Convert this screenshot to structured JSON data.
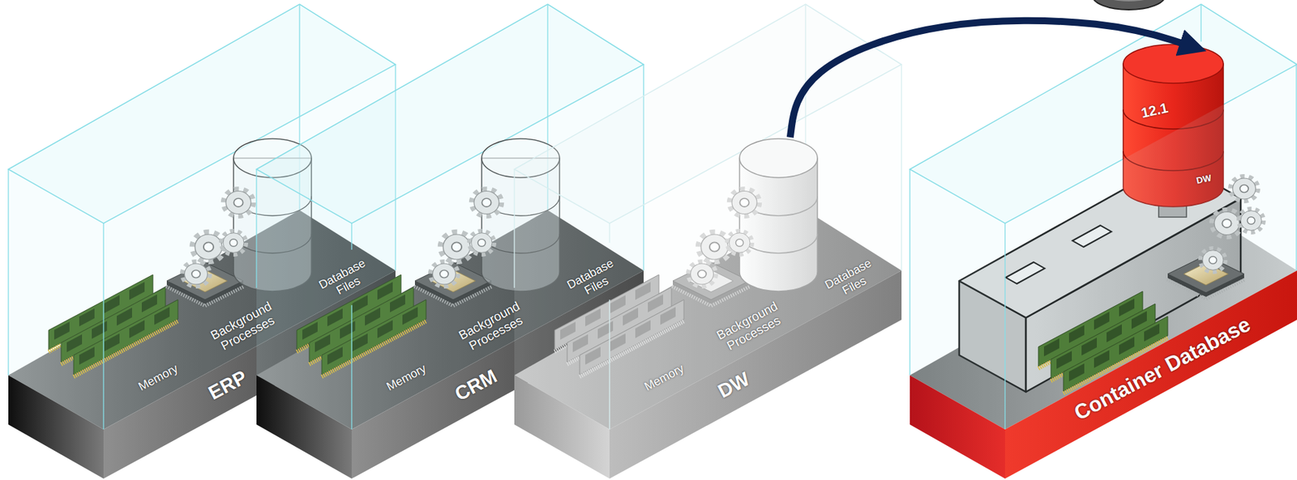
{
  "diagram": {
    "nodes": [
      {
        "text": [
          "ERP"
        ]
      },
      {
        "text": [
          "Database Files"
        ],
        "in": 0
      },
      {
        "text": [
          "CRM"
        ]
      },
      {
        "text": [
          "Database Files"
        ],
        "in": 2
      },
      {
        "text": [
          "DW"
        ]
      },
      {
        "text": [
          "Database Files"
        ],
        "in": 4
      },
      {
        "text": [
          "Container Database"
        ]
      },
      {
        "text": [
          "12.1",
          "DW"
        ],
        "in": 6
      }
    ],
    "edges": [
      {
        "from": 5,
        "to": 7,
        "arrow": "to"
      }
    ],
    "labels": [
      "Memory",
      "Background Processes",
      "Memory",
      "Background Processes",
      "Memory",
      "Background Processes"
    ]
  }
}
